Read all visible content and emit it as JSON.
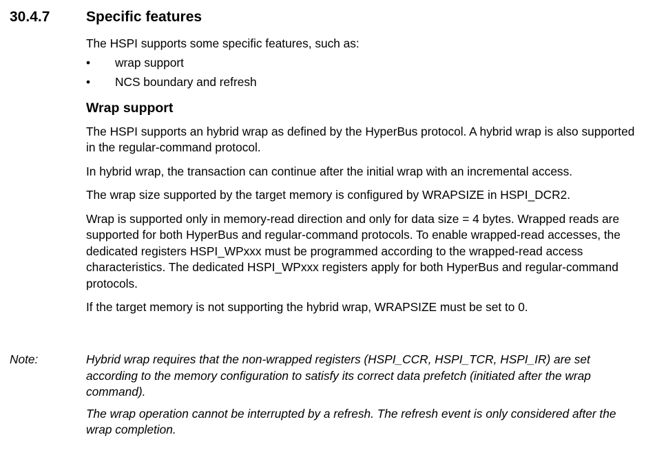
{
  "section": {
    "number": "30.4.7",
    "title": "Specific features"
  },
  "intro": "The HSPI supports some specific features, such as:",
  "bullets": [
    {
      "mark": "•",
      "text": "wrap support"
    },
    {
      "mark": "•",
      "text": "NCS boundary and refresh"
    }
  ],
  "subsection": {
    "title": "Wrap support"
  },
  "paragraphs": [
    "The HSPI supports an hybrid wrap as defined by the HyperBus protocol. A hybrid wrap is also supported in the regular-command protocol.",
    "In hybrid wrap, the transaction can continue after the initial wrap with an incremental access.",
    "The wrap size supported by the target memory is configured by WRAPSIZE in HSPI_DCR2.",
    "Wrap is supported only in memory-read direction and only for data size = 4 bytes. Wrapped reads are supported for both HyperBus and regular-command protocols. To enable wrapped-read accesses, the dedicated registers HSPI_WPxxx must be programmed according to the wrapped-read access characteristics. The dedicated HSPI_WPxxx registers apply for both HyperBus and regular-command protocols.",
    "If the target memory is not supporting the hybrid wrap, WRAPSIZE must be set to 0."
  ],
  "note": {
    "label": "Note:",
    "paragraphs": [
      "Hybrid wrap requires that the non-wrapped registers (HSPI_CCR, HSPI_TCR, HSPI_IR) are set according to the memory configuration to satisfy its correct data prefetch (initiated after the wrap command).",
      "The wrap operation cannot be interrupted by a refresh. The refresh event is only considered after the wrap completion."
    ]
  }
}
